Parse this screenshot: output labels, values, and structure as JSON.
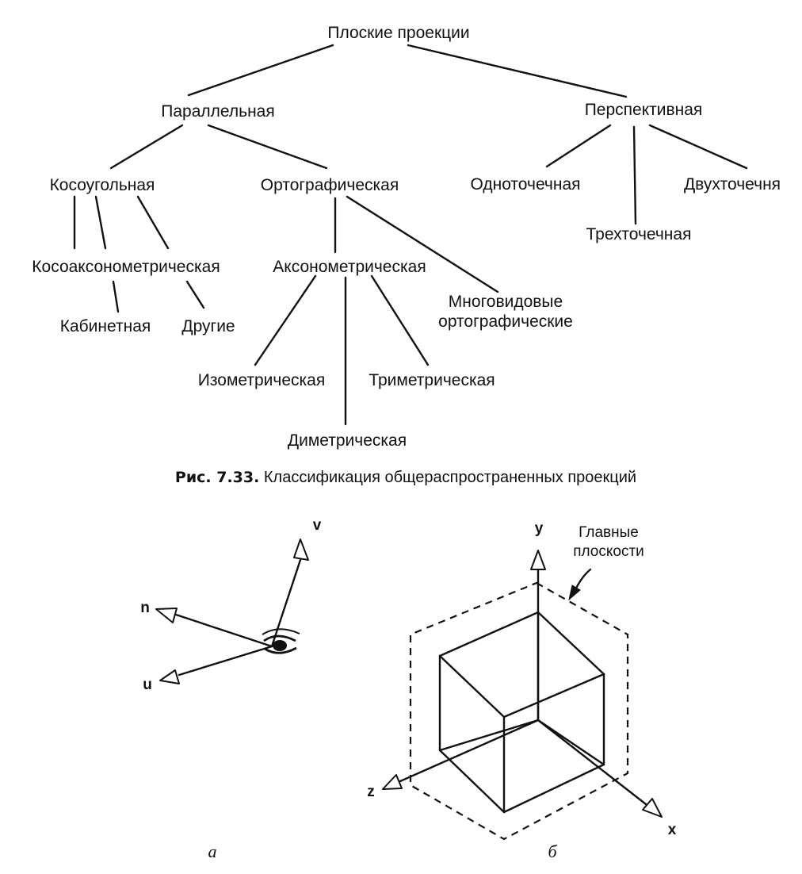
{
  "tree": {
    "root": "Плоские проекции",
    "parallel": "Параллельная",
    "perspective": "Перспективная",
    "oblique": "Косоугольная",
    "orthographic": "Ортографическая",
    "one_point": "Одноточечная",
    "two_point": "Двухточечня",
    "three_point": "Трехточечная",
    "oblique_axonometric": "Косоаксонометрическая",
    "axonometric": "Аксонометрическая",
    "multiview_line1": "Многовидовые",
    "multiview_line2": "ортографические",
    "cabinet": "Кабинетная",
    "other": "Другие",
    "isometric": "Изометрическая",
    "trimetric": "Триметрическая",
    "dimetric": "Диметрическая"
  },
  "caption": {
    "label": "Рис. 7.33.",
    "text": " Классификация общераспространенных проекций"
  },
  "figure_a": {
    "v": "v",
    "n": "n",
    "u": "u",
    "sublabel": "а"
  },
  "figure_b": {
    "y": "y",
    "z": "z",
    "x": "x",
    "planes_line1": "Главные",
    "planes_line2": "плоскости",
    "sublabel": "б"
  }
}
